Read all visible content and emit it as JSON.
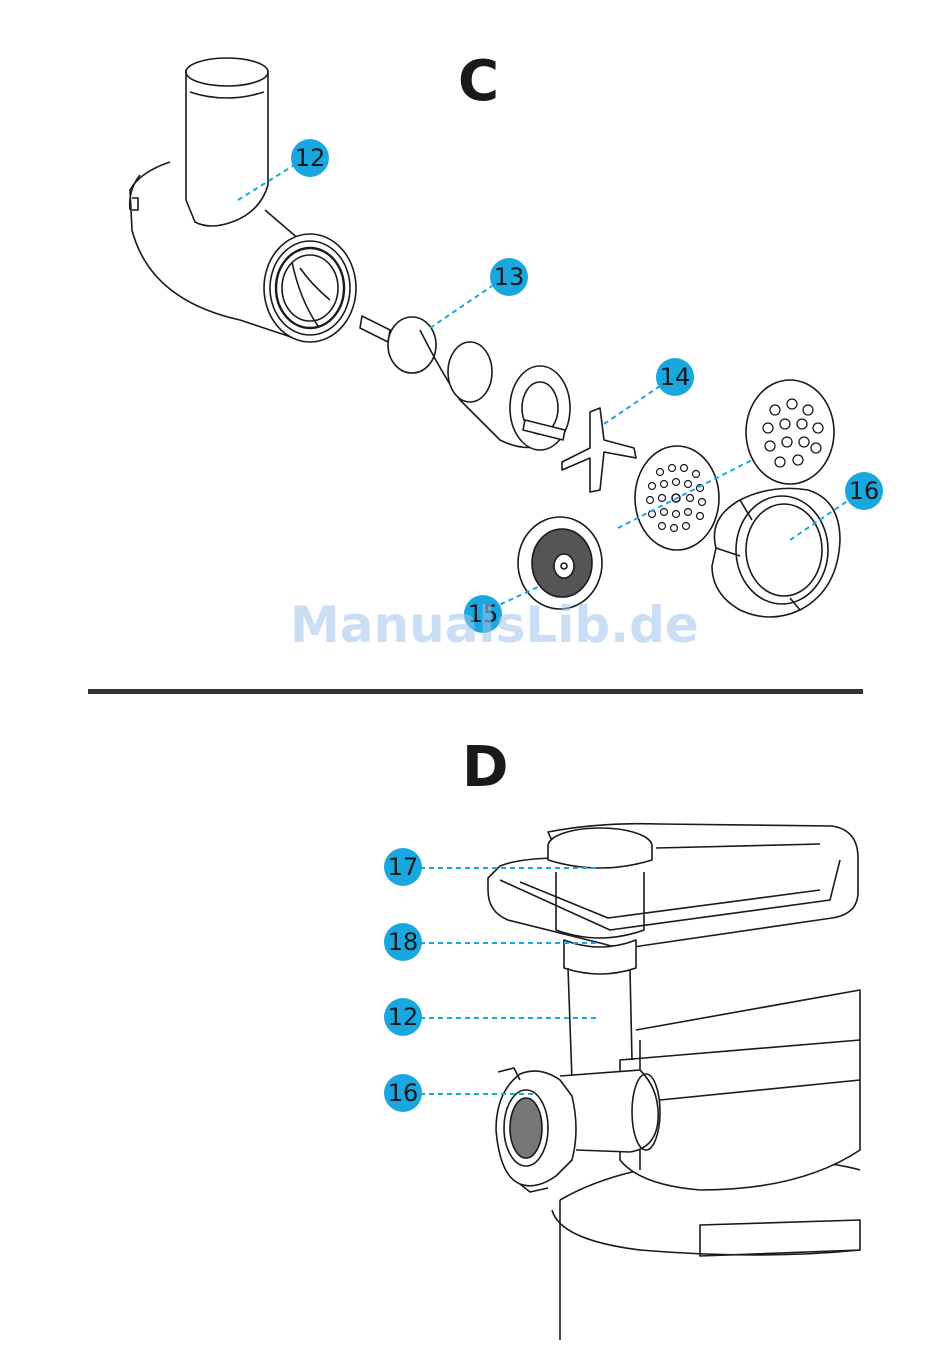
{
  "sections": {
    "c": {
      "letter": "C"
    },
    "d": {
      "letter": "D"
    }
  },
  "labels": {
    "c_12": "12",
    "c_13": "13",
    "c_14": "14",
    "c_15": "15",
    "c_16": "16",
    "d_17": "17",
    "d_18": "18",
    "d_12": "12",
    "d_16": "16"
  },
  "watermark": "ManualsLib.de",
  "colors": {
    "badge": "#19a7e0",
    "leader": "#19a7e0",
    "line_art": "#1a1a1a",
    "divider": "#333333"
  }
}
